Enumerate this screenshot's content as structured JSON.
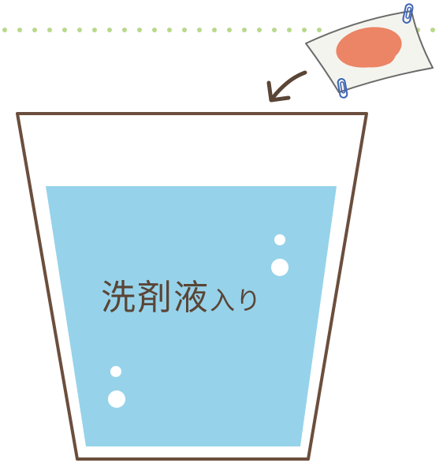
{
  "illustration": {
    "label_main": "洗剤液",
    "label_small": "入り",
    "colors": {
      "glass_outline": "#6b4e3d",
      "liquid": "#96d3ea",
      "bubble": "#ffffff",
      "dotted_line": "#b8d98a",
      "cloth_fill": "#f4f4ee",
      "cloth_outline": "#6b6b6b",
      "stain": "#ec8466",
      "clip": "#3d64b5",
      "arrow": "#5a4536",
      "label_text": "#5a4536"
    },
    "icons": [
      "dotted-line",
      "fabric-swatch",
      "stain-spot",
      "paper-clip-icon",
      "curved-arrow-icon",
      "glass-cup",
      "bubble"
    ]
  }
}
